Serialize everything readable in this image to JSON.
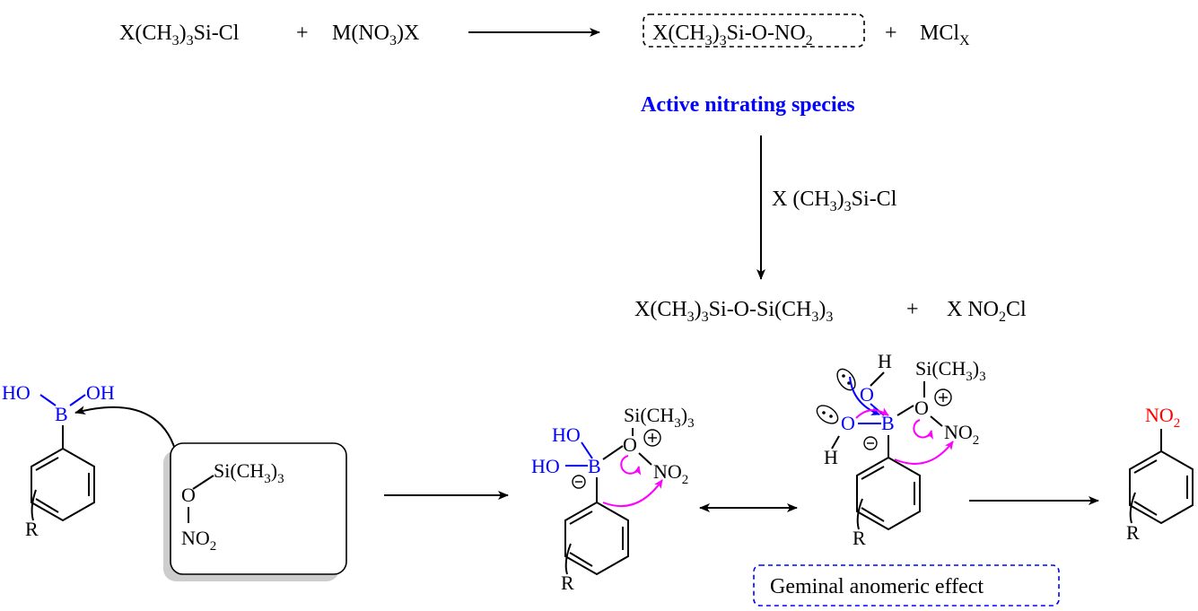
{
  "eq1": {
    "reactant1": "X(CH",
    "r1_sub": "3",
    "r1_tail": ")",
    "r1_sub2": "3",
    "r1_end": "Si-Cl",
    "plus1": "+",
    "reactant2": "M(NO",
    "r2_sub": "3",
    "r2_end": ")X",
    "product1": "X(CH",
    "p1_sub": "3",
    "p1_tail": ")",
    "p1_sub2": "3",
    "p1_mid": "Si-O-NO",
    "p1_sub3": "2",
    "plus2": "+",
    "product2": "MCl",
    "p2_sub": "X"
  },
  "active_label": "Active nitrating species",
  "reagent": {
    "text": "X (CH",
    "sub": "3",
    "tail": ")",
    "sub2": "3",
    "end": "Si-Cl"
  },
  "eq2": {
    "prod1": "X(CH",
    "s1": "3",
    "t1": ")",
    "s2": "3",
    "m1": "Si-O-Si(CH",
    "s3": "3",
    "t2": ")",
    "s4": "3",
    "plus": "+",
    "prod2": "X NO",
    "s5": "2",
    "e2": "Cl"
  },
  "mol1": {
    "ho1": "HO",
    "oh1": "OH",
    "b": "B",
    "r": "R"
  },
  "mol2": {
    "si": "Si(CH",
    "s1": "3",
    "t1": ")",
    "s2": "3",
    "o": "O",
    "no": "NO",
    "s3": "2"
  },
  "int1": {
    "ho1": "HO",
    "ho2": "HO",
    "b": "B",
    "o": "O",
    "si": "Si(CH",
    "s1": "3",
    "t1": ")",
    "s2": "3",
    "no": "NO",
    "s3": "2",
    "r": "R"
  },
  "int2": {
    "h1": "H",
    "o1": "O",
    "o2": "O",
    "h2": "H",
    "b": "B",
    "o3": "O",
    "si": "Si(CH",
    "s1": "3",
    "t1": ")",
    "s2": "3",
    "no": "NO",
    "s3": "2",
    "r": "R"
  },
  "product": {
    "no": "NO",
    "s": "2",
    "r": "R"
  },
  "geminal_label": "Geminal anomeric effect",
  "colors": {
    "blue": "#0000ff",
    "magenta": "#ff00ff",
    "red": "#ff0000",
    "black": "#000000"
  }
}
